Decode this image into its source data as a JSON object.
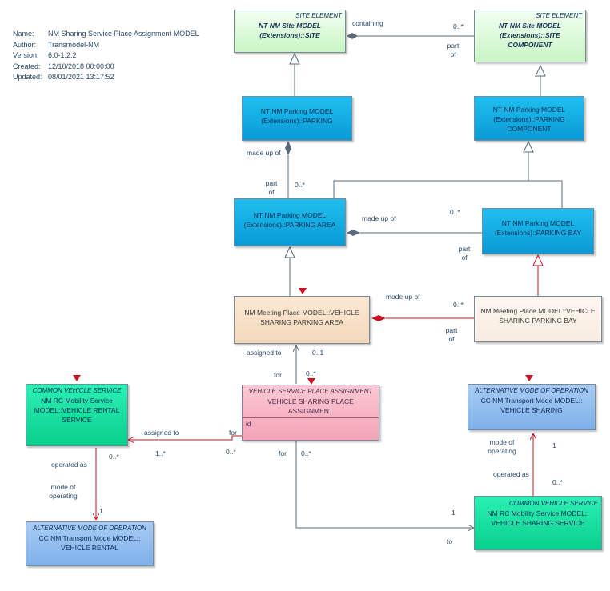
{
  "meta": {
    "rows": [
      {
        "key": "Name:",
        "value": "NM Sharing Service Place Assignment MODEL"
      },
      {
        "key": "Author:",
        "value": "Transmodel-NM"
      },
      {
        "key": "Version:",
        "value": "6.0-1.2.2"
      },
      {
        "key": "Created:",
        "value": "12/10/2018 00:00:00"
      },
      {
        "key": "Updated:",
        "value": "08/01/2021 13:17:52"
      }
    ]
  },
  "boxes": {
    "site": {
      "stereotype": "SITE ELEMENT",
      "name": "NT NM Site MODEL (Extensions)::SITE"
    },
    "site_component": {
      "stereotype": "SITE ELEMENT",
      "name": "NT NM Site MODEL (Extensions)::SITE COMPONENT"
    },
    "parking": {
      "name": "NT NM Parking MODEL (Extensions)::PARKING"
    },
    "parking_component": {
      "name": "NT NM Parking MODEL (Extensions)::PARKING COMPONENT"
    },
    "parking_area": {
      "name": "NT NM Parking MODEL (Extensions)::PARKING AREA"
    },
    "parking_bay": {
      "name": "NT NM Parking MODEL (Extensions)::PARKING BAY"
    },
    "vs_parking_area": {
      "name": "NM Meeting Place MODEL::VEHICLE SHARING PARKING AREA"
    },
    "vs_parking_bay": {
      "name": "NM Meeting Place MODEL::VEHICLE SHARING PARKING BAY"
    },
    "vsp_assignment": {
      "stereotype": "VEHICLE SERVICE PLACE ASSIGNMENT",
      "name": "VEHICLE SHARING PLACE ASSIGNMENT",
      "attribute": "id"
    },
    "rental_service": {
      "stereotype": "COMMON VEHICLE SERVICE",
      "name": "NM RC Mobility Service MODEL::VEHICLE RENTAL SERVICE"
    },
    "vehicle_sharing": {
      "stereotype": "ALTERNATIVE MODE OF OPERATION",
      "name": "CC NM Transport Mode MODEL:: VEHICLE SHARING"
    },
    "vehicle_rental": {
      "stereotype": "ALTERNATIVE MODE OF OPERATION",
      "name": "CC NM Transport Mode MODEL:: VEHICLE RENTAL"
    },
    "sharing_service": {
      "stereotype": "COMMON VEHICLE SERVICE",
      "name": "NM RC Mobility Service MODEL:: VEHICLE SHARING SERVICE"
    }
  },
  "labels": {
    "containing": "containing",
    "site_mult": "0..*",
    "part_of_site": "part of",
    "made_up_of_parking": "made up of",
    "part_of_parking": "part of",
    "parking_mult": "0..*",
    "made_up_of_area": "made up of",
    "bay_mult": "0..*",
    "part_of_bay": "part of",
    "made_up_of_vs": "made up of",
    "vs_mult": "0..*",
    "part_of_vs": "part of",
    "assigned_to_area": "assigned to",
    "area_mult": "0..1",
    "for_area": "for",
    "assign_mult_top": "0..*",
    "assigned_to_rental": "assigned to",
    "for_rental": "for",
    "rental_mult": "1..*",
    "assign_mult_left": "0..*",
    "for_sharing": "for",
    "assign_mult_bottom": "0..*",
    "operated_as_rental": "operated as",
    "rental_op_mult": "0..*",
    "mode_of_operating_rental": "mode of operating",
    "rental_mode_mult": "1",
    "mode_of_operating_sharing": "mode of operating",
    "sharing_mode_mult": "1",
    "operated_as_sharing": "operated as",
    "sharing_op_mult": "0..*",
    "to_mult": "1",
    "to": "to"
  },
  "colors": {
    "edge": "#5a6a7a",
    "red_edge": "#cc1122"
  }
}
